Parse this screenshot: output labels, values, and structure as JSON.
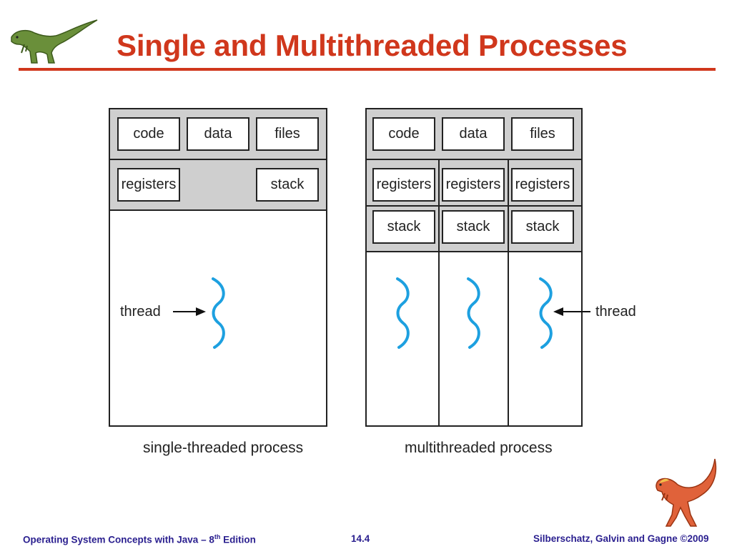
{
  "slide": {
    "title": "Single and Multithreaded Processes"
  },
  "single_process": {
    "shared": [
      "code",
      "data",
      "files"
    ],
    "registers_label": "registers",
    "stack_label": "stack",
    "thread_label": "thread",
    "caption": "single-threaded process"
  },
  "multi_process": {
    "shared": [
      "code",
      "data",
      "files"
    ],
    "registers": [
      "registers",
      "registers",
      "registers"
    ],
    "stacks": [
      "stack",
      "stack",
      "stack"
    ],
    "thread_label": "thread",
    "caption": "multithreaded process"
  },
  "footer": {
    "left_prefix": "Operating System Concepts  with Java – 8",
    "left_sup": "th",
    "left_suffix": " Edition",
    "page": "14.4",
    "right": "Silberschatz, Galvin and Gagne ©2009"
  },
  "colors": {
    "title": "#d0371c",
    "thread": "#1da0e0",
    "footer": "#2a1f8f",
    "shaded": "#cfcfcf"
  },
  "icons": [
    "dinosaur-logo-icon",
    "dinosaur-mascot-icon"
  ]
}
